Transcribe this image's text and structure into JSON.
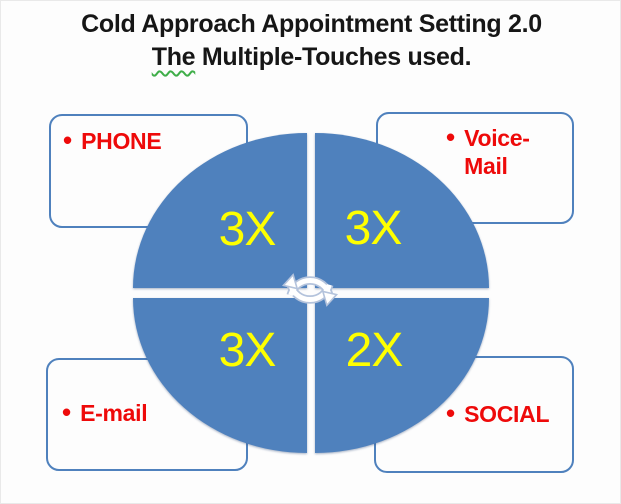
{
  "title": {
    "line1": "Cold Approach Appointment Setting 2.0",
    "line2_word": "The",
    "line2_rest": " Multiple-Touches used."
  },
  "callouts": {
    "phone": {
      "bullet": "•",
      "label": "PHONE"
    },
    "voicemail": {
      "bullet": "•",
      "label": "Voice-Mail"
    },
    "email": {
      "bullet": "•",
      "label": "E-mail"
    },
    "social": {
      "bullet": "•",
      "label": "SOCIAL"
    }
  },
  "cycle": {
    "quadrants": [
      {
        "position": "top-left",
        "label": "3X"
      },
      {
        "position": "top-right",
        "label": "3X"
      },
      {
        "position": "bottom-left",
        "label": "3X"
      },
      {
        "position": "bottom-right",
        "label": "2X"
      }
    ],
    "center_icon": "cycle-arrows-icon"
  },
  "colors": {
    "quadrant_blue": "#4f81bd",
    "box_border_blue": "#4f81bd",
    "label_red": "#ee0a0a",
    "multiplier_yellow": "#feff00",
    "title_black": "#161616",
    "squiggle_green": "#3fae49",
    "icon_outline": "#b4c3dc"
  }
}
